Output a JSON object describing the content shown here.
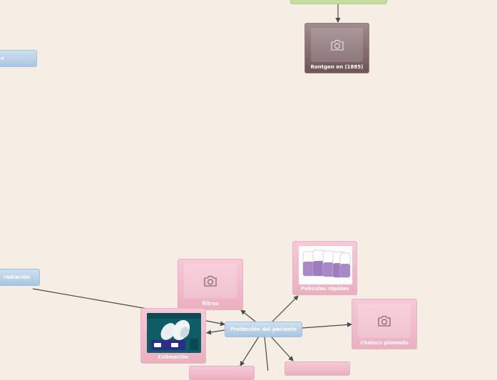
{
  "nodes": {
    "left_top_label": "n",
    "left_mid_label": "radiación",
    "center_label": "Protección del paciente"
  },
  "cards": {
    "rontgen": {
      "caption": "Rontgen en (1885)",
      "icon": "camera-icon"
    },
    "filtros": {
      "caption": "filtros",
      "icon": "camera-icon"
    },
    "peliculas": {
      "caption": "Películas rápidas",
      "image": "dental-films-image"
    },
    "chaleco": {
      "caption": "Chaleco plomado",
      "icon": "camera-icon"
    },
    "colimacion": {
      "caption": "Colimación",
      "image": "collimators-image"
    }
  },
  "colors": {
    "background": "#f4eee4",
    "pink_card": "#ebb0c1",
    "blue_node": "#a9c6e1",
    "dark_card": "#6e5558",
    "green_node": "#c7dca0",
    "edge": "#4a4a4a"
  }
}
